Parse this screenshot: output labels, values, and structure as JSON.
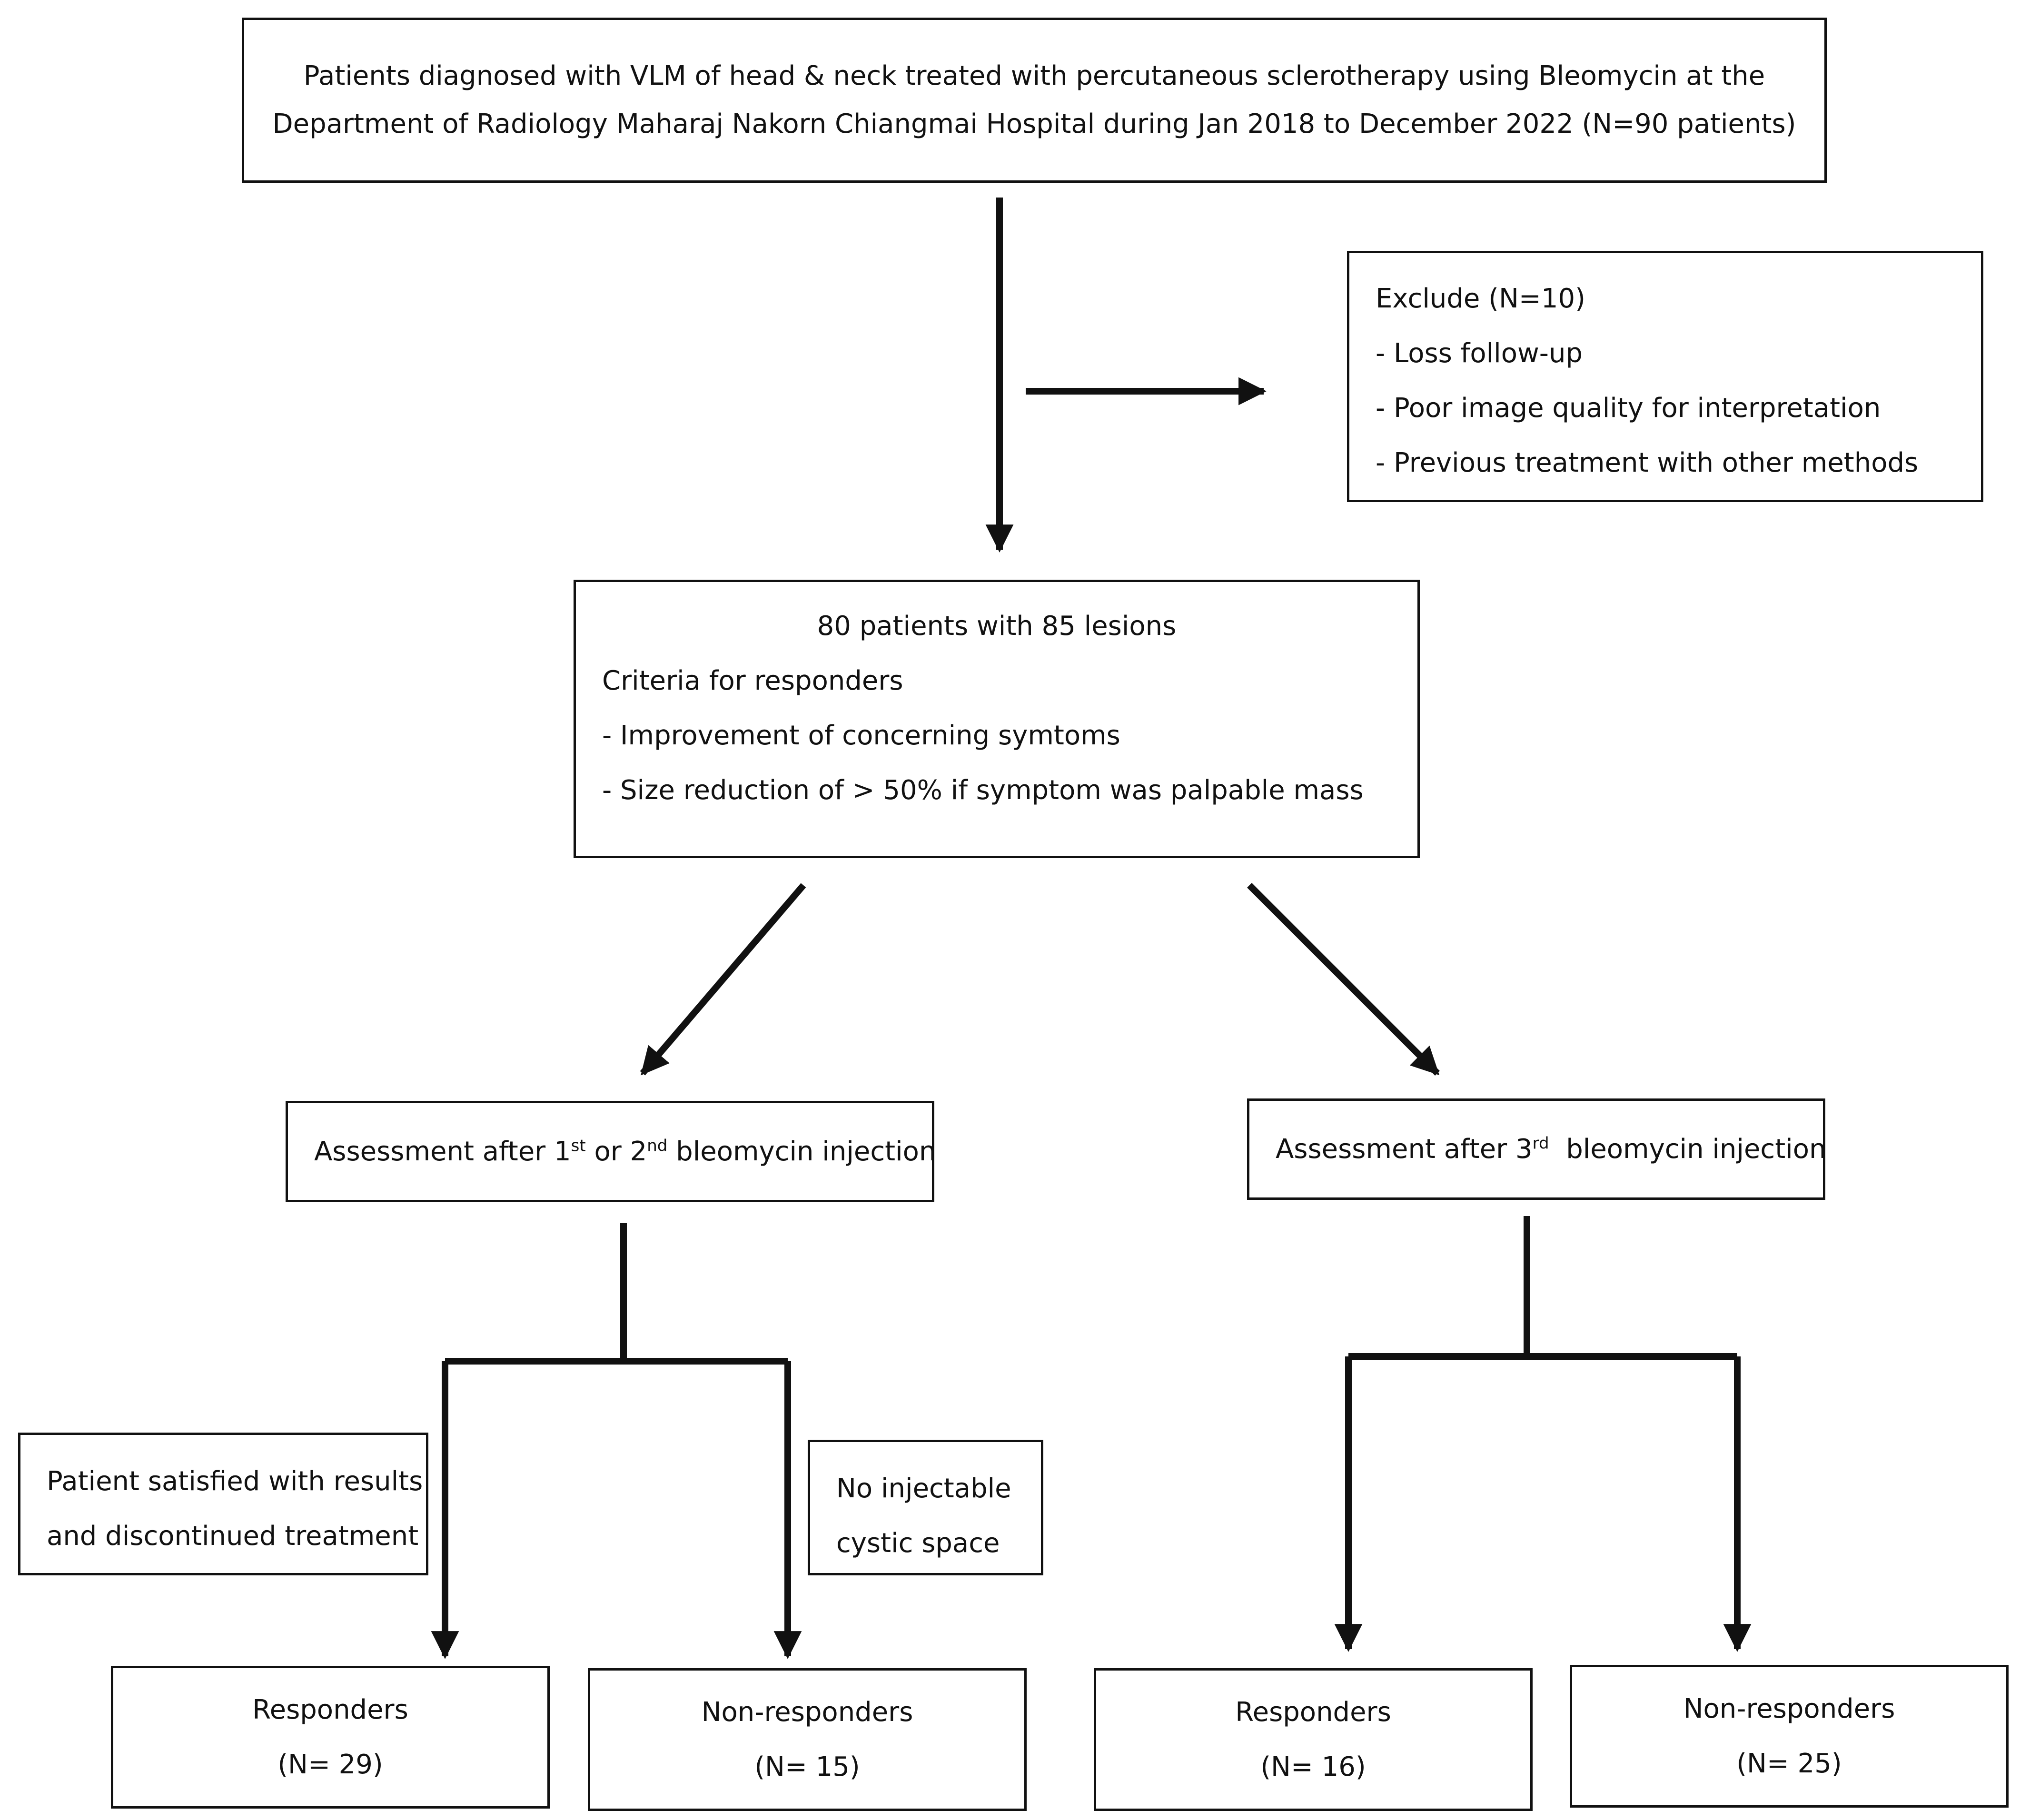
{
  "top_box": {
    "line1": "Patients diagnosed with VLM of head & neck treated with percutaneous sclerotherapy using Bleomycin at the",
    "line2": "Department of Radiology Maharaj Nakorn Chiangmai Hospital during Jan 2018 to December 2022 (N=90 patients)"
  },
  "exclude_box": {
    "title": "Exclude (N=10)",
    "items": [
      "- Loss follow-up",
      "- Poor image quality for interpretation",
      "- Previous treatment with other methods"
    ]
  },
  "middle_box": {
    "title": "80 patients with 85 lesions",
    "criteria_label": "Criteria for responders",
    "items": [
      "- Improvement of concerning symtoms",
      "- Size reduction of > 50% if symptom was palpable mass"
    ]
  },
  "assess_left": {
    "prefix": "Assessment after 1",
    "sup1": "st",
    "mid": " or 2",
    "sup2": "nd",
    "suffix": " bleomycin injection"
  },
  "assess_right": {
    "prefix": "Assessment after 3",
    "sup": "rd",
    "suffix": "  bleomycin injection"
  },
  "note_satisfied": {
    "line1": "Patient satisfied with results",
    "line2": "and discontinued treatment"
  },
  "note_no_injectable": {
    "line1": "No injectable",
    "line2": "cystic space"
  },
  "outcomes": [
    {
      "label": "Responders",
      "count": "(N= 29)"
    },
    {
      "label": "Non-responders",
      "count": "(N= 15)"
    },
    {
      "label": "Responders",
      "count": "(N= 16)"
    },
    {
      "label": "Non-responders",
      "count": "(N= 25)"
    }
  ]
}
